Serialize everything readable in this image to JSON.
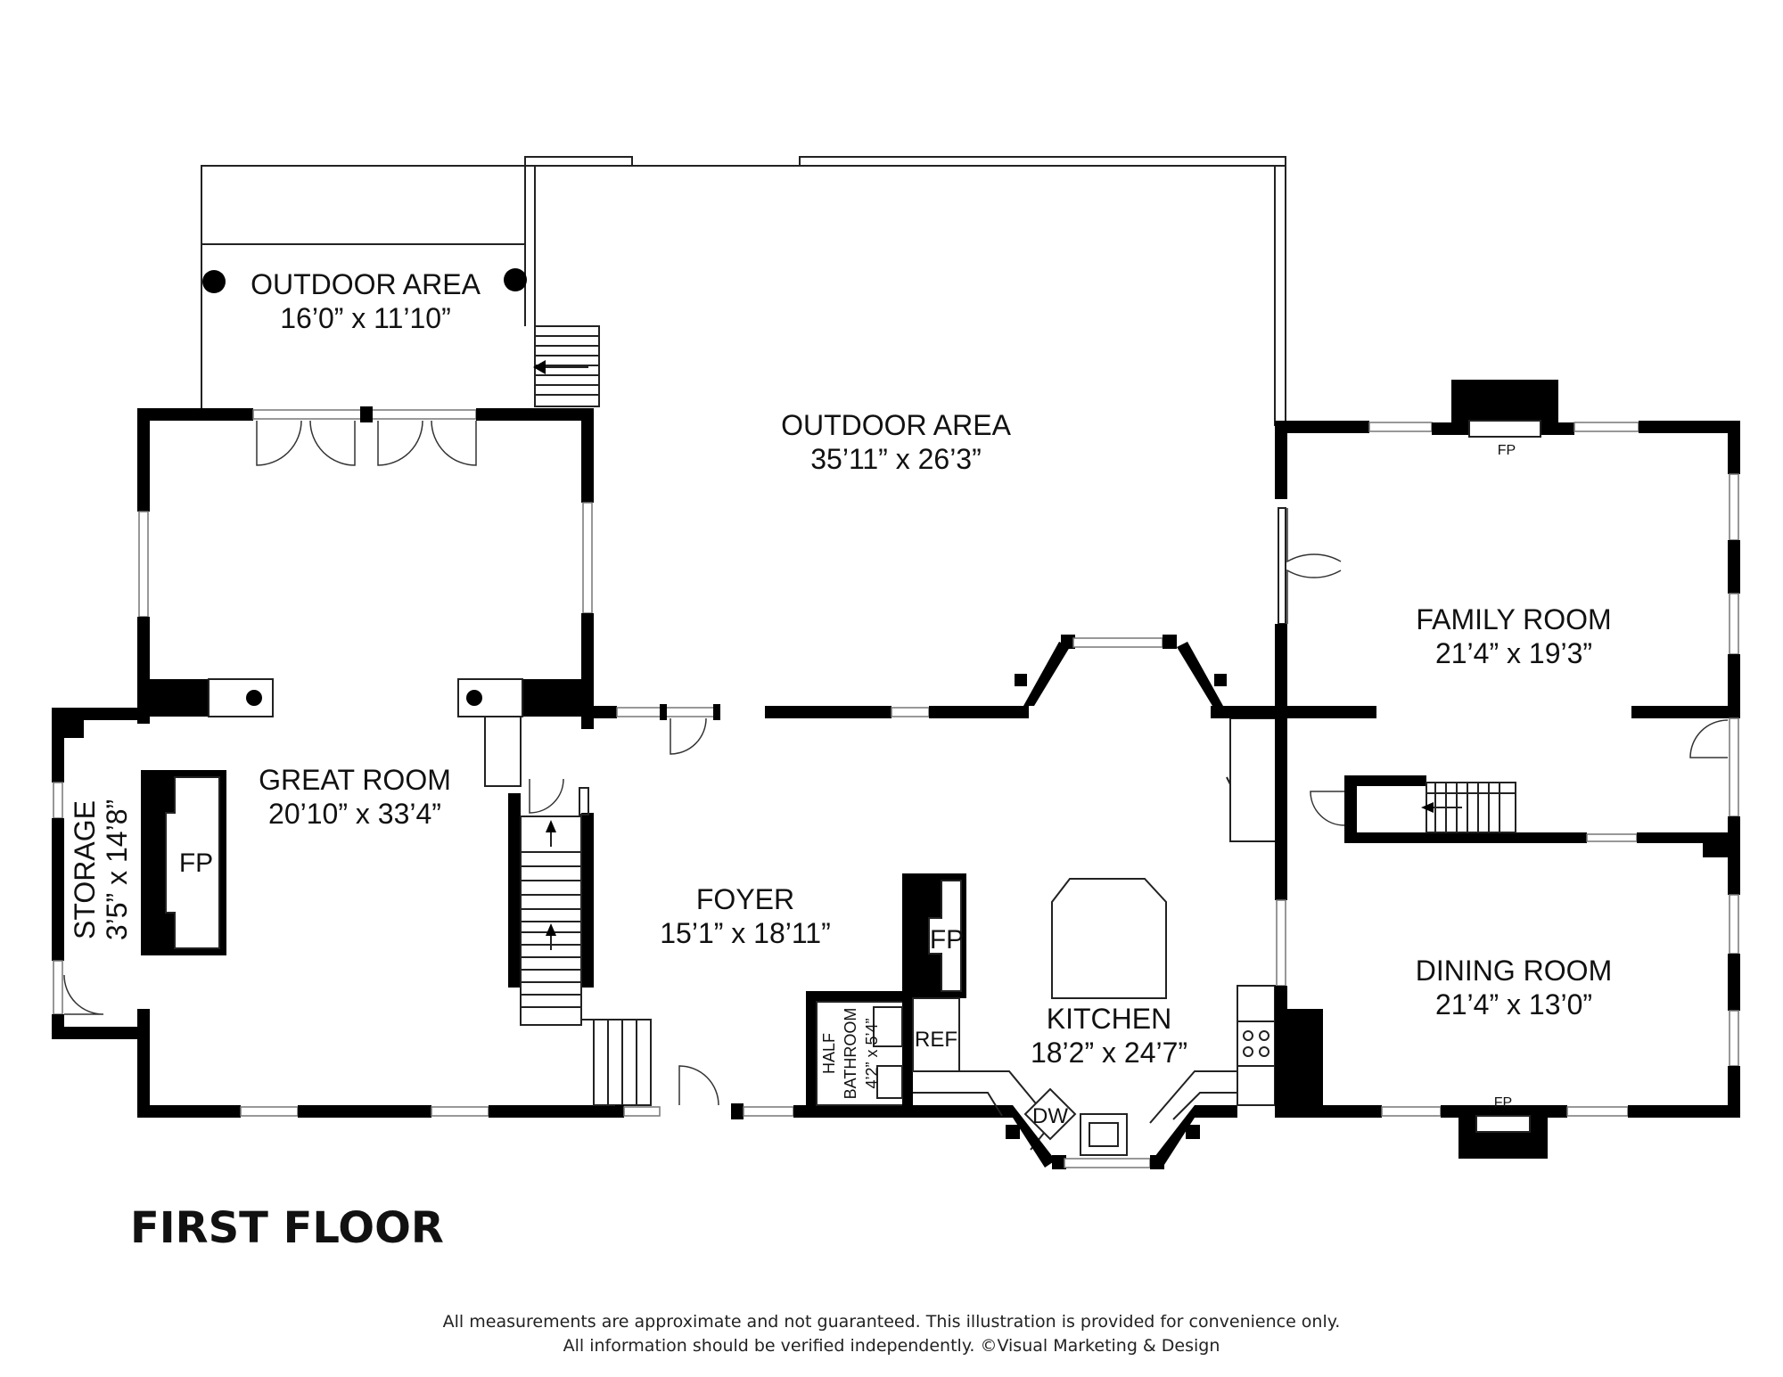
{
  "title": "FIRST FLOOR",
  "rooms": {
    "outdoor_small": {
      "name": "OUTDOOR AREA",
      "dims": "16’0” x 11’10”"
    },
    "outdoor_large": {
      "name": "OUTDOOR AREA",
      "dims": "35’11” x 26’3”"
    },
    "great_room": {
      "name": "GREAT ROOM",
      "dims": "20’10” x 33’4”"
    },
    "storage": {
      "name": "STORAGE",
      "dims": "3’5” x 14’8”"
    },
    "foyer": {
      "name": "FOYER",
      "dims": "15’1” x 18’11”"
    },
    "kitchen": {
      "name": "KITCHEN",
      "dims": "18’2” x 24’7”"
    },
    "family_room": {
      "name": "FAMILY ROOM",
      "dims": "21’4” x 19’3”"
    },
    "dining_room": {
      "name": "DINING ROOM",
      "dims": "21’4” x 13’0”"
    },
    "half_bathroom": {
      "name_line1": "HALF",
      "name_line2": "BATHROOM",
      "dims": "4’2” x 5’4”"
    }
  },
  "fixtures": {
    "fireplace_great_room": "FP",
    "fireplace_foyer": "FP",
    "fireplace_family_room": "FP",
    "fireplace_dining_room": "FP",
    "refrigerator": "REF",
    "dishwasher": "DW"
  },
  "disclaimer": {
    "line1": "All measurements are approximate and not guaranteed. This illustration is provided for convenience only.",
    "line2": "All information should be verified independently. ©Visual Marketing & Design"
  }
}
